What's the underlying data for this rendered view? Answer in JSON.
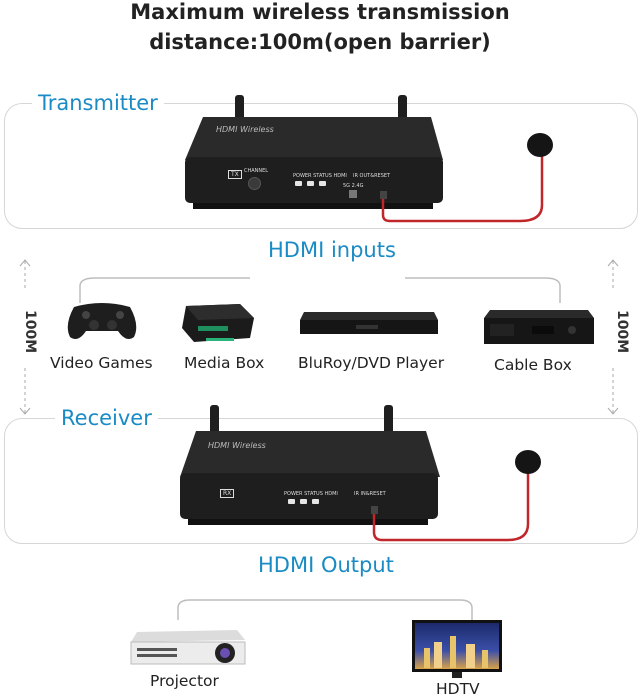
{
  "title_line1": "Maximum wireless transmission",
  "title_line2": "distance:100m(open barrier)",
  "sections": {
    "transmitter": "Transmitter",
    "hdmi_inputs": "HDMI inputs",
    "receiver": "Receiver",
    "hdmi_output": "HDMI Output"
  },
  "distance_label": "100M",
  "tx_device": {
    "brand": "HDMI Wireless",
    "badge": "TX",
    "channel": "CHANNEL",
    "status": "POWER STATUS  HDMI",
    "ir": "IR OUT&RESET",
    "switch": "5G 2.4G"
  },
  "rx_device": {
    "brand": "HDMI Wireless",
    "badge": "RX",
    "status": "POWER STATUS  HDMI",
    "ir": "IR IN&RESET"
  },
  "inputs": [
    "Video Games",
    "Media Box",
    "BluRoy/DVD Player",
    "Cable Box"
  ],
  "outputs": [
    "Projector",
    "HDTV"
  ]
}
